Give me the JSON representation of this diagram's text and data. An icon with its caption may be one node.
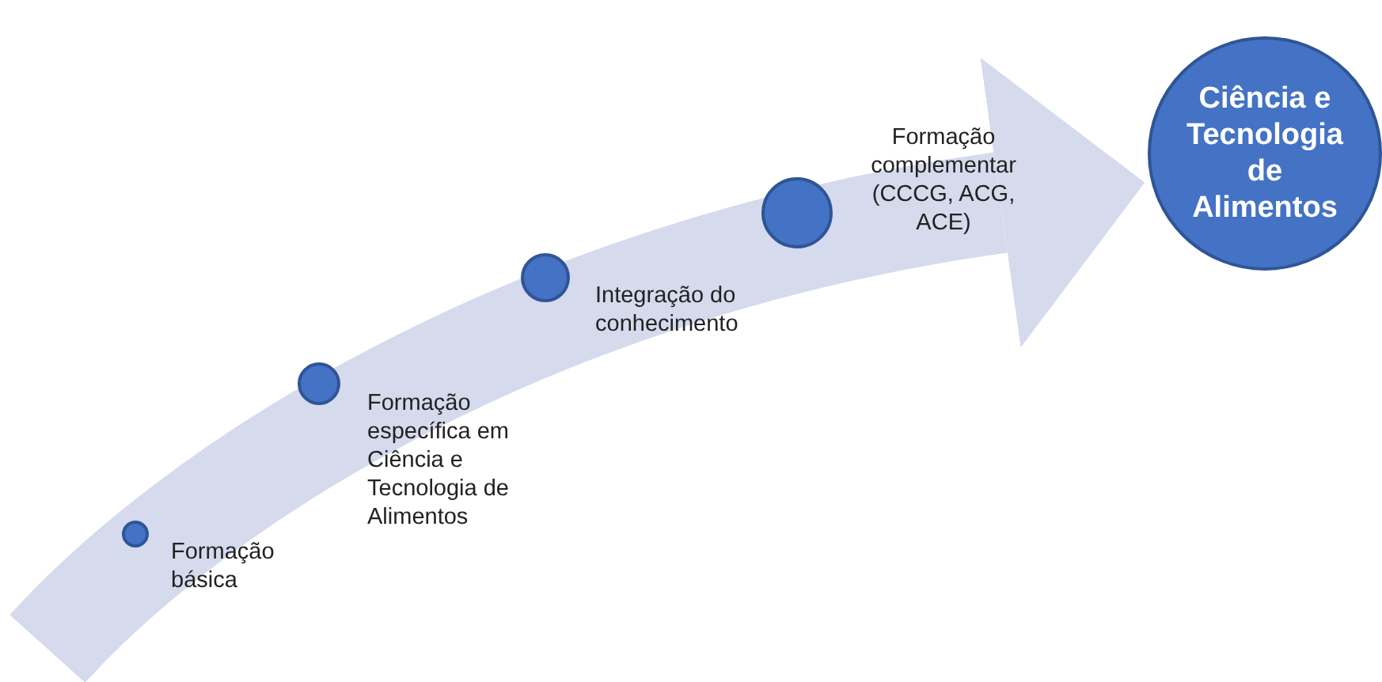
{
  "diagram": {
    "nodes": [
      {
        "text": [],
        "shape": "circle",
        "beside": [
          "Formação básica"
        ]
      },
      {
        "text": [],
        "shape": "circle",
        "beside": [
          "Formação específica em Ciência e Tecnologia de Alimentos"
        ]
      },
      {
        "text": [],
        "shape": "circle",
        "beside": [
          "Integração do conhecimento"
        ]
      },
      {
        "text": [],
        "shape": "circle",
        "beside": [
          "Formação complementar (CCCG, ACG, ACE)"
        ]
      },
      {
        "text": [
          "Ciência e Tecnologia de Alimentos"
        ]
      }
    ],
    "edges": [
      {
        "from": null,
        "to": 4,
        "arrow": "to"
      }
    ]
  }
}
